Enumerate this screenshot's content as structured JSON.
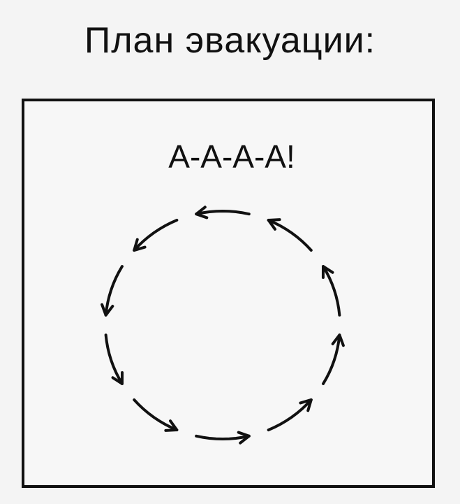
{
  "title": "План эвакуации:",
  "plan": {
    "shout": "А-А-А-А!",
    "arrow_count": 10,
    "arrow_direction": "counterclockwise"
  }
}
